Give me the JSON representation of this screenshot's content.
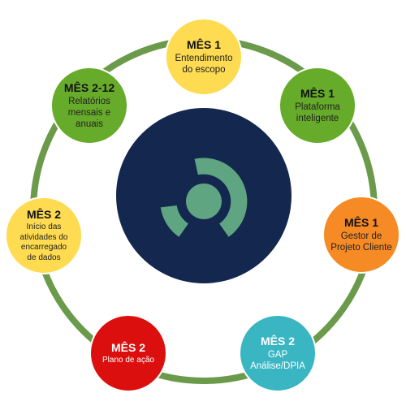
{
  "colors": {
    "ring": "#6a9a4a",
    "center": "#14274e",
    "logo": "#5fa582",
    "yellow": "#fedb50",
    "green": "#67ab2a",
    "orange": "#f68a24",
    "teal": "#3ab6c3",
    "red": "#dc0f0f"
  },
  "center_logo": {
    "icon": "circular-logo-icon"
  },
  "nodes": [
    {
      "title": "MÊS 1",
      "desc": "Entendimento\ndo escopo",
      "color": "yellow"
    },
    {
      "title": "MÊS 1",
      "desc": "Plataforma\ninteligente",
      "color": "green"
    },
    {
      "title": "MÊS 1",
      "desc": "Gestor de\nProjeto Cliente",
      "color": "orange"
    },
    {
      "title": "MÊS 2",
      "desc": "GAP\nAnálise/DPIA",
      "color": "teal"
    },
    {
      "title": "MÊS 2",
      "desc": "Plano de ação",
      "color": "red"
    },
    {
      "title": "MÊS 2",
      "desc": "Início das\natividades do\nencarregado\nde dados",
      "color": "yellow"
    },
    {
      "title": "MÊS 2-12",
      "desc": "Relatórios\nmensais e\nanuais",
      "color": "green"
    }
  ]
}
